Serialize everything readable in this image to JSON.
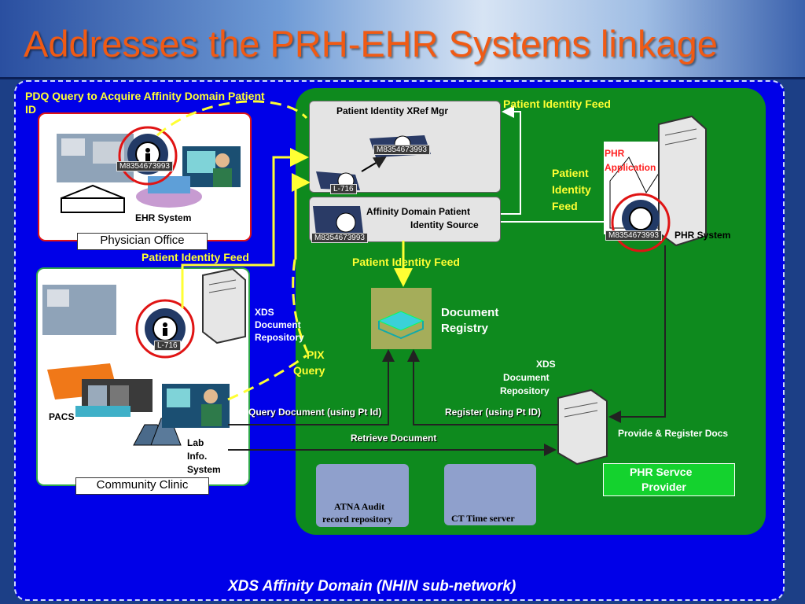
{
  "slide": {
    "title": "Addresses the PRH-EHR Systems linkage",
    "footer": "XDS Affinity Domain (NHIN sub-network)"
  },
  "physician_office": {
    "query_label": "PDQ Query to Acquire Affinity Domain Patient ID",
    "patient_id": "M8354673993",
    "system_label": "EHR System",
    "plate": "Physician Office"
  },
  "community_clinic": {
    "plate": "Community Clinic",
    "patient_id": "L-716",
    "pacs": "PACS",
    "lab": [
      "Lab",
      "Info.",
      "System"
    ],
    "repository": [
      "XDS",
      "Document",
      "Repository"
    ]
  },
  "xref_mgr": {
    "title": "Patient Identity XRef Mgr",
    "id_top": "M8354673993",
    "id_bottom": "L-716"
  },
  "identity_source": {
    "title_line1": "Affinity Domain Patient",
    "title_line2": "Identity Source",
    "patient_id": "M8354673993"
  },
  "labels": {
    "feed_top": "Patient Identity Feed",
    "feed_right": [
      "Patient",
      "Identity",
      "Feed"
    ],
    "feed_left": "Patient Identity Feed",
    "feed_center": "Patient Identity Feed",
    "pix_query": [
      "PIX",
      "Query"
    ],
    "query_doc": "Query Document (using Pt Id)",
    "register": "Register (using Pt ID)",
    "retrieve": "Retrieve Document",
    "provide_register": "Provide & Register Docs"
  },
  "registry": {
    "label": [
      "Document",
      "Registry"
    ]
  },
  "phr": {
    "app_label": [
      "PHR",
      "Application"
    ],
    "patient_id": "M8354673993",
    "system_label": "PHR System",
    "repository": [
      "XDS",
      "Document",
      "Repository"
    ],
    "provider": [
      "PHR Servce",
      "Provider"
    ]
  },
  "services": {
    "atna": [
      "ATNA Audit",
      "record repository"
    ],
    "ct": "CT Time server"
  },
  "colors": {
    "accent_title": "#f05a14",
    "network_blue": "#0000e8",
    "domain_green": "#0e8a1e",
    "feed_yellow": "#ffff33",
    "phr_red": "#ff2020"
  }
}
